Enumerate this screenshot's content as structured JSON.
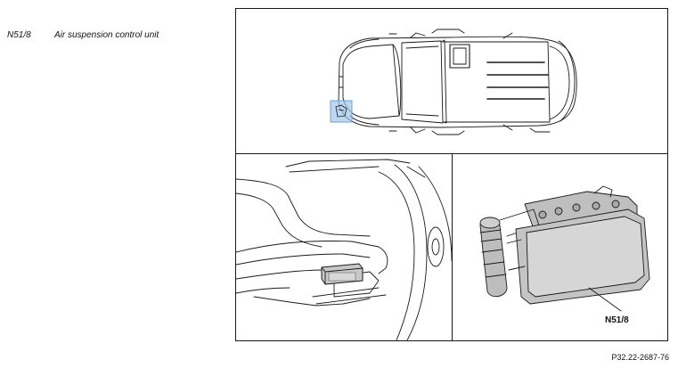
{
  "legend": {
    "code": "N51/8",
    "description": "Air suspension control unit"
  },
  "figure": {
    "callout_label": "N51/8",
    "reference": "P32.22-2687-76",
    "highlight_color": "#9fc6ea",
    "line_color": "#1a1a1a",
    "unit_fill": "#c8c8c8"
  }
}
